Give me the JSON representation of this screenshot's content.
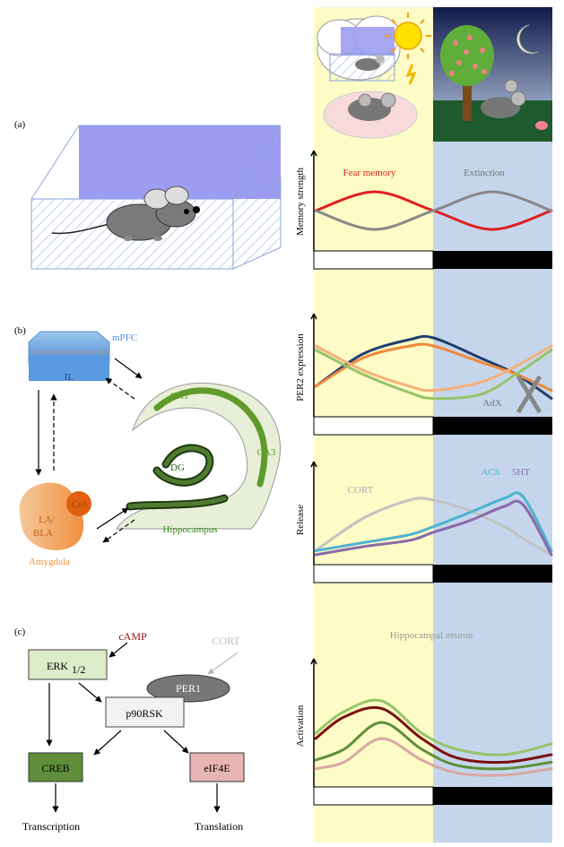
{
  "panel_labels": {
    "a": "(a)",
    "b": "(b)",
    "c": "(c)"
  },
  "circuit": {
    "mpfc": "mPFC",
    "il": "IL",
    "ca1": "CA1",
    "ca3": "CA3",
    "dg": "DG",
    "hippocampus": "Hippocampus",
    "la_line1": "LA/",
    "la_line2": "BLA",
    "cea": "CeA",
    "amygdala": "Amygdala"
  },
  "pathway": {
    "camp": "cAMP",
    "erk": "ERK",
    "erk_sub": "1/2",
    "cort": "CORT",
    "per1": "PER1",
    "p90rsk": "p90RSK",
    "creb": "CREB",
    "eif4e": "eIF4E",
    "transcription": "Transcription",
    "translation": "Translation"
  },
  "colors": {
    "day": "#fdfbc6",
    "night": "#c5d6ec",
    "fear": "#e02020",
    "extinction": "#888888",
    "per2_dark": "#1f3f6e",
    "per2_orange": "#ef8a3c",
    "per2_green": "#95c46a",
    "per2_light_orange": "#f5b07a",
    "cort": "#c2c2c2",
    "ach": "#4fb3cf",
    "ht5": "#8b6aa8",
    "act_darkred": "#7a1010",
    "act_lightgreen": "#95c46a",
    "act_green": "#5f8f3a",
    "act_pink": "#d8a8a4"
  },
  "chart_data": [
    {
      "type": "line",
      "ylabel": "Memory strength",
      "x": [
        0,
        0.25,
        0.5,
        0.75,
        1
      ],
      "series": [
        {
          "name": "Fear memory",
          "values": [
            0.5,
            0.8,
            0.5,
            0.2,
            0.5
          ]
        },
        {
          "name": "Extinction",
          "values": [
            0.5,
            0.2,
            0.5,
            0.8,
            0.5
          ]
        }
      ],
      "ylim": [
        0,
        1
      ]
    },
    {
      "type": "line",
      "ylabel": "PER2 expression",
      "annotations": [
        "AdX"
      ],
      "x": [
        0,
        0.2,
        0.4,
        0.5,
        0.7,
        0.85,
        1
      ],
      "series": [
        {
          "values": [
            0.3,
            0.7,
            0.88,
            0.9,
            0.65,
            0.45,
            0.15
          ]
        },
        {
          "values": [
            0.3,
            0.65,
            0.8,
            0.8,
            0.6,
            0.45,
            0.25
          ]
        },
        {
          "values": [
            0.75,
            0.45,
            0.22,
            0.15,
            0.2,
            0.45,
            0.75
          ]
        },
        {
          "values": [
            0.8,
            0.5,
            0.3,
            0.25,
            0.35,
            0.55,
            0.8
          ]
        }
      ],
      "ylim": [
        0,
        1
      ]
    },
    {
      "type": "line",
      "ylabel": "Release",
      "x": [
        0,
        0.2,
        0.4,
        0.5,
        0.65,
        0.8,
        0.88,
        1
      ],
      "series": [
        {
          "name": "CORT",
          "values": [
            0.15,
            0.55,
            0.78,
            0.78,
            0.65,
            0.45,
            0.3,
            0.1
          ]
        },
        {
          "name": "ACh",
          "values": [
            0.15,
            0.25,
            0.35,
            0.45,
            0.62,
            0.8,
            0.82,
            0.15
          ]
        },
        {
          "name": "5HT",
          "values": [
            0.1,
            0.2,
            0.28,
            0.38,
            0.52,
            0.7,
            0.72,
            0.1
          ]
        }
      ],
      "ylim": [
        0,
        1
      ]
    },
    {
      "type": "line",
      "title": "Hippocampal neuron",
      "ylabel": "Activation",
      "x": [
        0,
        0.12,
        0.28,
        0.45,
        0.6,
        0.8,
        1
      ],
      "series": [
        {
          "values": [
            0.45,
            0.65,
            0.75,
            0.45,
            0.3,
            0.25,
            0.35
          ]
        },
        {
          "values": [
            0.4,
            0.6,
            0.68,
            0.4,
            0.22,
            0.18,
            0.25
          ]
        },
        {
          "values": [
            0.2,
            0.3,
            0.55,
            0.3,
            0.15,
            0.12,
            0.18
          ]
        },
        {
          "values": [
            0.12,
            0.18,
            0.4,
            0.2,
            0.08,
            0.06,
            0.12
          ]
        }
      ],
      "ylim": [
        0,
        1
      ]
    }
  ]
}
